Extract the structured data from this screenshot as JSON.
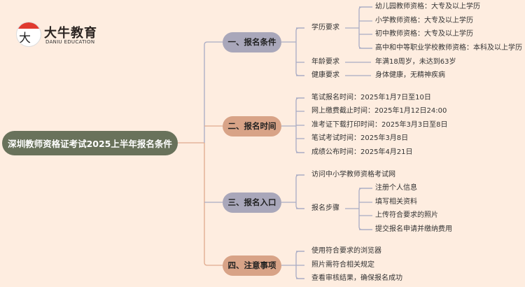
{
  "logo": {
    "name": "大牛教育",
    "subtitle": "DANIU EDUCATION",
    "glyph": "大牛"
  },
  "root": {
    "label": "深圳教师资格证考试2025上半年报名条件",
    "color": "#69725b"
  },
  "colors": {
    "gray_node": "#a9a7ba",
    "peach_node": "#d8a387",
    "gray_line": "#a9abc4",
    "peach_line": "#e0aa8e"
  },
  "sections": [
    {
      "label": "一、报名条件",
      "children": [
        {
          "label": "学历要求",
          "children": [
            "幼儿园教师资格：大专及以上学历",
            "小学教师资格：大专及以上学历",
            "初中教师资格：大专及以上学历",
            "高中和中等职业学校教师资格：本科及以上学历"
          ]
        },
        {
          "label": "年龄要求",
          "children": [
            "年满18周岁，未达到63岁"
          ]
        },
        {
          "label": "健康要求",
          "children": [
            "身体健康，无精神疾病"
          ]
        }
      ]
    },
    {
      "label": "二、报名时间",
      "children": [
        {
          "label": "笔试报名时间：2025年1月7日至10日"
        },
        {
          "label": "网上缴费截止时间：2025年1月12日24:00"
        },
        {
          "label": "准考证下载打印时间：2025年3月3日至8日"
        },
        {
          "label": "笔试考试时间：2025年3月8日"
        },
        {
          "label": "成绩公布时间：2025年4月21日"
        }
      ]
    },
    {
      "label": "三、报名入口",
      "children": [
        {
          "label": "访问中小学教师资格考试网"
        },
        {
          "label": "报名步骤",
          "children": [
            "注册个人信息",
            "填写相关资料",
            "上传符合要求的照片",
            "提交报名申请并缴纳费用"
          ]
        }
      ]
    },
    {
      "label": "四、注意事项",
      "children": [
        {
          "label": "使用符合要求的浏览器"
        },
        {
          "label": "照片需符合相关规定"
        },
        {
          "label": "查看审核结果，确保报名成功"
        }
      ]
    }
  ]
}
